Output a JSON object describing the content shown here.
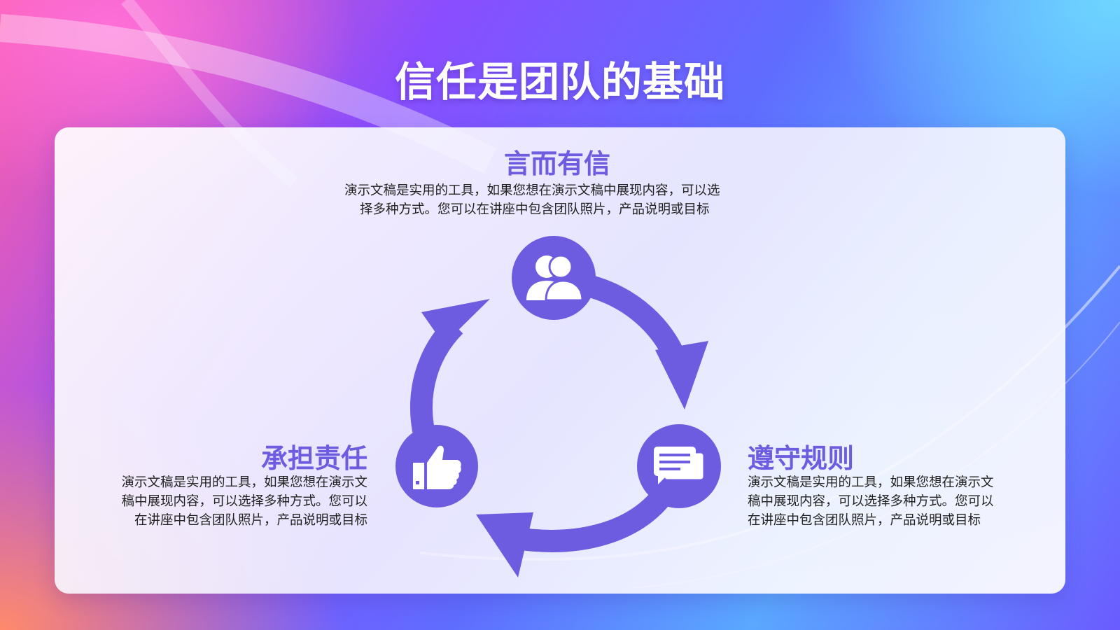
{
  "slide": {
    "title": "信任是团队的基础"
  },
  "items": [
    {
      "heading": "言而有信",
      "lines": [
        "演示文稿是实用的工具，如果您想在演示文稿中展现内容，可以选",
        "择多种方式。您可以在讲座中包含团队照片，产品说明或目标"
      ],
      "icon": "people-icon"
    },
    {
      "heading": "遵守规则",
      "lines": [
        "演示文稿是实用的工具，如果您想在演示文",
        "稿中展现内容，可以选择多种方式。您可以",
        "在讲座中包含团队照片，产品说明或目标"
      ],
      "icon": "chat-icon"
    },
    {
      "heading": "承担责任",
      "lines": [
        "演示文稿是实用的工具，如果您想在演示文",
        "稿中展现内容，可以选择多种方式。您可以",
        "在讲座中包含团队照片，产品说明或目标"
      ],
      "icon": "thumbs-up-icon"
    }
  ],
  "colors": {
    "accent": "#6d5ce0",
    "title": "#ffffff",
    "text": "#222222"
  }
}
